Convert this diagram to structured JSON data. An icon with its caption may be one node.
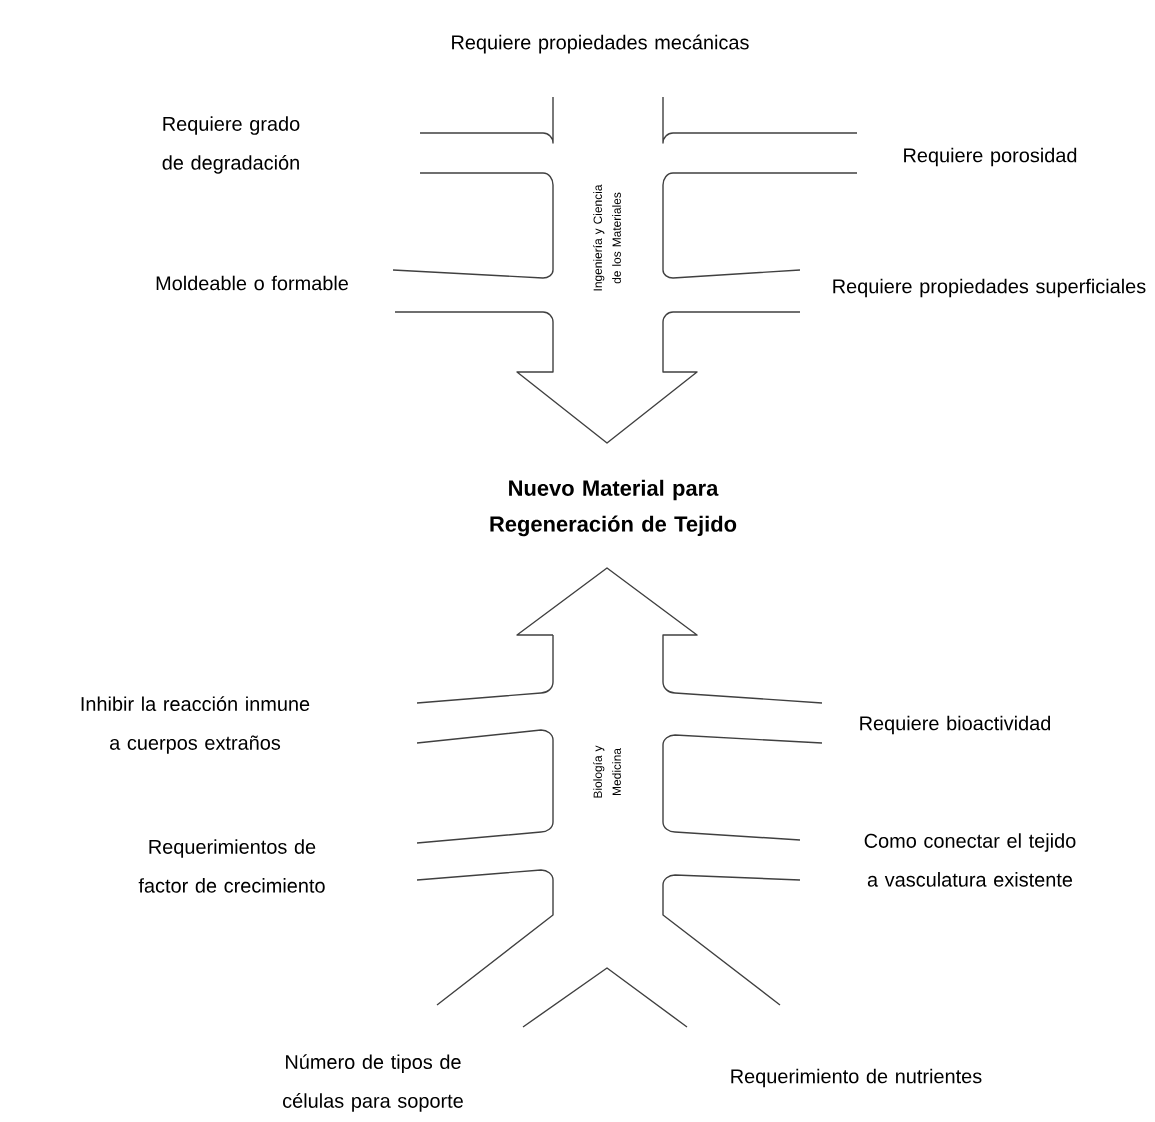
{
  "diagram": {
    "nodes": [
      {
        "text": [
          "**Nuevo Material para Regeneración de Tejido**"
        ]
      }
    ],
    "labels": [
      "Requiere propiedades mecánicas",
      "Requiere grado de degradación",
      "Requiere porosidad",
      "Moldeable o formable",
      "Requiere propiedades superficiales",
      "Ingeniería y Ciencia de los Materiales",
      "Biología y Medicina",
      "Inhibir la reacción inmune a cuerpos extraños",
      "Requiere bioactividad",
      "Requerimientos de factor de crecimiento",
      "Como conectar el tejido a vasculatura existente",
      "Número de tipos de células para soporte",
      "Requerimiento de nutrientes"
    ]
  }
}
